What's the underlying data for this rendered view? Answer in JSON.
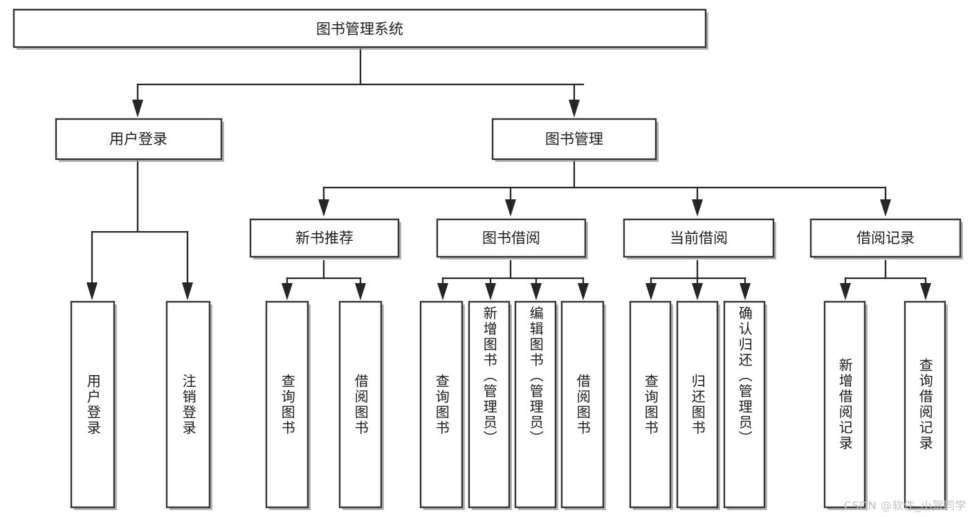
{
  "page": {
    "title": "图书管理系统",
    "watermark": "CSDN @软件_小贺同学",
    "background_color": "#ffffff",
    "line_color": "#262626",
    "box_border_color": "#333333",
    "text_color": "#1b1b1b"
  },
  "chart_data": {
    "type": "diagram",
    "diagram_type": "tree",
    "title": "图书管理系统",
    "orientation": "top-down",
    "nodes": [
      {
        "id": "root",
        "label": "图书管理系统",
        "level": 0,
        "orientation": "horizontal",
        "parent": null
      },
      {
        "id": "user-login",
        "label": "用户登录",
        "level": 1,
        "orientation": "horizontal",
        "parent": "root"
      },
      {
        "id": "book-manage",
        "label": "图书管理",
        "level": 1,
        "orientation": "horizontal",
        "parent": "root"
      },
      {
        "id": "new-book-rec",
        "label": "新书推荐",
        "level": 2,
        "orientation": "horizontal",
        "parent": "book-manage"
      },
      {
        "id": "book-borrow",
        "label": "图书借阅",
        "level": 2,
        "orientation": "horizontal",
        "parent": "book-manage"
      },
      {
        "id": "current-borrow",
        "label": "当前借阅",
        "level": 2,
        "orientation": "horizontal",
        "parent": "book-manage"
      },
      {
        "id": "borrow-record",
        "label": "借阅记录",
        "level": 2,
        "orientation": "horizontal",
        "parent": "book-manage"
      },
      {
        "id": "leaf-user-login",
        "label": "用户登录",
        "level": 3,
        "orientation": "vertical",
        "parent": "user-login"
      },
      {
        "id": "leaf-logout",
        "label": "注销登录",
        "level": 3,
        "orientation": "vertical",
        "parent": "user-login"
      },
      {
        "id": "leaf-query-book-1",
        "label": "查询图书",
        "level": 3,
        "orientation": "vertical",
        "parent": "new-book-rec"
      },
      {
        "id": "leaf-borrow-book-1",
        "label": "借阅图书",
        "level": 3,
        "orientation": "vertical",
        "parent": "new-book-rec"
      },
      {
        "id": "leaf-query-book-2",
        "label": "查询图书",
        "level": 3,
        "orientation": "vertical",
        "parent": "book-borrow"
      },
      {
        "id": "leaf-add-book",
        "label": "新增图书（管理员）",
        "level": 3,
        "orientation": "vertical",
        "parent": "book-borrow"
      },
      {
        "id": "leaf-edit-book",
        "label": "编辑图书（管理员）",
        "level": 3,
        "orientation": "vertical",
        "parent": "book-borrow"
      },
      {
        "id": "leaf-borrow-book-2",
        "label": "借阅图书",
        "level": 3,
        "orientation": "vertical",
        "parent": "book-borrow"
      },
      {
        "id": "leaf-query-book-3",
        "label": "查询图书",
        "level": 3,
        "orientation": "vertical",
        "parent": "current-borrow"
      },
      {
        "id": "leaf-return-book",
        "label": "归还图书",
        "level": 3,
        "orientation": "vertical",
        "parent": "current-borrow"
      },
      {
        "id": "leaf-confirm-return",
        "label": "确认归还（管理员）",
        "level": 3,
        "orientation": "vertical",
        "parent": "current-borrow"
      },
      {
        "id": "leaf-add-record",
        "label": "新增借阅记录",
        "level": 3,
        "orientation": "vertical",
        "parent": "borrow-record"
      },
      {
        "id": "leaf-query-record",
        "label": "查询借阅记录",
        "level": 3,
        "orientation": "vertical",
        "parent": "borrow-record"
      }
    ],
    "edges": [
      {
        "from": "root",
        "to": "user-login"
      },
      {
        "from": "root",
        "to": "book-manage"
      },
      {
        "from": "book-manage",
        "to": "new-book-rec"
      },
      {
        "from": "book-manage",
        "to": "book-borrow"
      },
      {
        "from": "book-manage",
        "to": "current-borrow"
      },
      {
        "from": "book-manage",
        "to": "borrow-record"
      },
      {
        "from": "user-login",
        "to": "leaf-user-login"
      },
      {
        "from": "user-login",
        "to": "leaf-logout"
      },
      {
        "from": "new-book-rec",
        "to": "leaf-query-book-1"
      },
      {
        "from": "new-book-rec",
        "to": "leaf-borrow-book-1"
      },
      {
        "from": "book-borrow",
        "to": "leaf-query-book-2"
      },
      {
        "from": "book-borrow",
        "to": "leaf-add-book"
      },
      {
        "from": "book-borrow",
        "to": "leaf-edit-book"
      },
      {
        "from": "book-borrow",
        "to": "leaf-borrow-book-2"
      },
      {
        "from": "current-borrow",
        "to": "leaf-query-book-3"
      },
      {
        "from": "current-borrow",
        "to": "leaf-return-book"
      },
      {
        "from": "current-borrow",
        "to": "leaf-confirm-return"
      },
      {
        "from": "borrow-record",
        "to": "leaf-add-record"
      },
      {
        "from": "borrow-record",
        "to": "leaf-query-record"
      }
    ]
  },
  "labels": {
    "root": "图书管理系统",
    "user_login": "用户登录",
    "book_manage": "图书管理",
    "new_book_rec": "新书推荐",
    "book_borrow": "图书借阅",
    "current_borrow": "当前借阅",
    "borrow_record": "借阅记录",
    "leaf_user_login": "用户登录",
    "leaf_logout": "注销登录",
    "leaf_query_book_1": "查询图书",
    "leaf_borrow_book_1": "借阅图书",
    "leaf_query_book_2": "查询图书",
    "leaf_add_book": "新增图书（管理员）",
    "leaf_edit_book": "编辑图书（管理员）",
    "leaf_borrow_book_2": "借阅图书",
    "leaf_query_book_3": "查询图书",
    "leaf_return_book": "归还图书",
    "leaf_confirm_return": "确认归还（管理员）",
    "leaf_add_record": "新增借阅记录",
    "leaf_query_record": "查询借阅记录"
  }
}
